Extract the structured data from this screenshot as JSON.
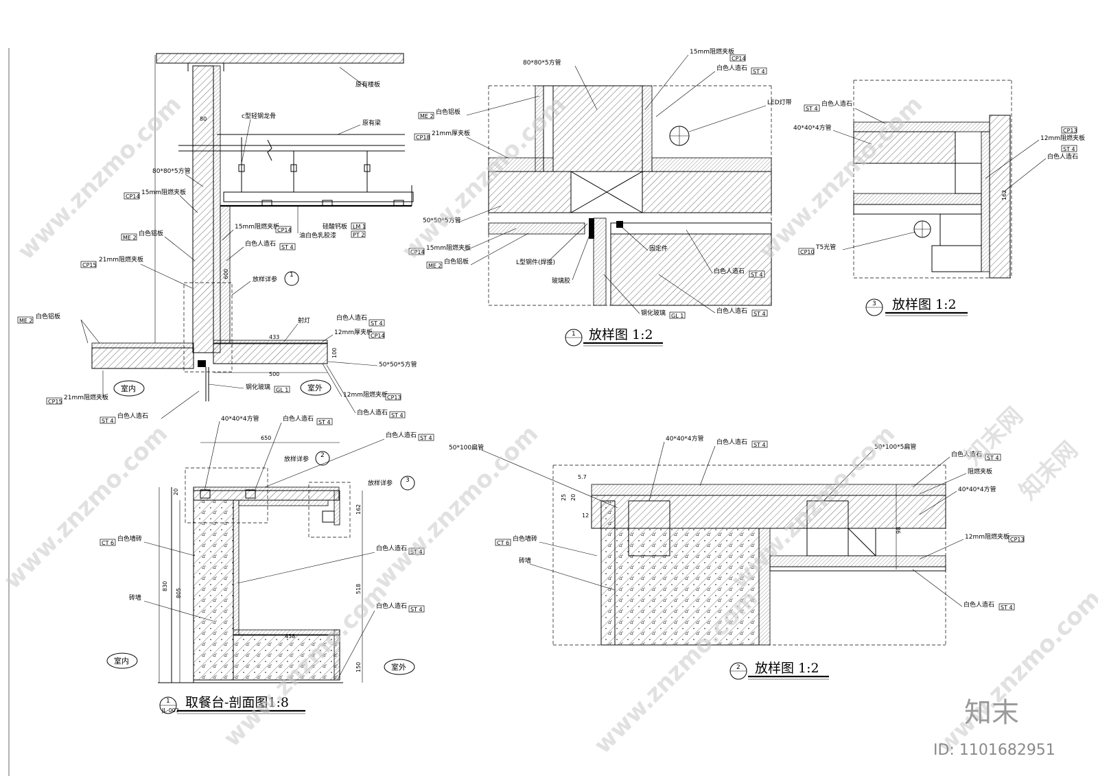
{
  "drawing": {
    "main_title": "取餐台-剖面图1:8",
    "main_title_num": "1",
    "main_title_ref": "JL-003",
    "detail_1_title": "放样图 1:2",
    "detail_1_num": "1",
    "detail_2_title": "放样图 1:2",
    "detail_2_num": "2",
    "detail_3_title": "放样图 1:2",
    "detail_3_num": "3",
    "indoor": "室内",
    "outdoor": "室外",
    "ref_label": "放样详参",
    "ref_1": "1",
    "ref_2": "2",
    "ref_3": "3"
  },
  "upper_section": {
    "labels": {
      "original_slab": "原有楼板",
      "c_keel": "c型轻钢龙骨",
      "original_beam": "原有梁",
      "pipe_80": "80*80*5方管",
      "cp14_15mm": "15mm阻燃夹板",
      "me2_alu": "白色铝板",
      "cp15_21mm": "21mm阻燃夹板",
      "cp14_15mm_b": "15mm阻燃夹板",
      "st4_stone": "白色人造石",
      "calcium_board": "硅酸钙板",
      "latex_paint": "油白色乳胶漆",
      "me2_alu_left": "白色铝板",
      "spotlight": "射灯",
      "st4_stone_b": "白色人造石",
      "cp14_12mm": "12mm厚夹板",
      "pipe_50": "50*50*5方管",
      "cp13_12mm": "12mm阻燃夹板",
      "st4_stone_c": "白色人造石",
      "tempered_glass": "钢化玻璃",
      "cp15_21mm_b": "21mm阻燃夹板",
      "st4_stone_d": "白色人造石"
    },
    "tags": {
      "cp14": "CP14",
      "me2": "ME 2",
      "cp15": "CP15",
      "st4": "ST 4",
      "lm1": "LM 1",
      "pt2": "PT 2",
      "cp13": "CP13",
      "gl1": "GL 1"
    },
    "dims": {
      "d80": "80",
      "d600": "600",
      "d433": "433",
      "d100": "100",
      "d500": "500"
    }
  },
  "lower_section": {
    "labels": {
      "pipe_40": "40*40*4方管",
      "stone_a": "白色人造石",
      "stone_b": "白色人造石",
      "white_tile": "白色墙砖",
      "brick_wall": "砖墙",
      "stone_c": "白色人造石",
      "stone_d": "白色人造石",
      "stone_left": "白色人造石"
    },
    "tags": {
      "st4": "ST 4",
      "ct6": "CT 6"
    },
    "dims": {
      "d650": "650",
      "d830": "830",
      "d805": "805",
      "d162": "162",
      "d518": "518",
      "d438": "438",
      "d150": "150",
      "d20": "20"
    }
  },
  "detail_1": {
    "labels": {
      "pipe_80": "80*80*5方管",
      "cp14_15mm": "15mm阻燃夹板",
      "st4_stone": "白色人造石",
      "me2_alu": "白色铝板",
      "cp18_21mm": "21mm厚夹板",
      "led": "LED灯带",
      "pipe_50": "50*50*5方管",
      "cp14_15mm_b": "15mm阻燃夹板",
      "me2_alu_b": "白色铝板",
      "l_steel": "L型钢件(焊接)",
      "fixing": "固定件",
      "stone_b": "白色人造石",
      "glass_glue": "玻璃胶",
      "tempered_glass": "钢化玻璃",
      "stone_c": "白色人造石"
    },
    "tags": {
      "cp14": "CP14",
      "st4": "ST 4",
      "me2": "ME 2",
      "cp18": "CP18",
      "gl1": "GL 1"
    }
  },
  "detail_3": {
    "labels": {
      "stone_top": "白色人造石",
      "pipe_40": "40*40*4方管",
      "cp13_12mm": "12mm阻燃夹板",
      "stone_right": "白色人造石",
      "t5": "T5光管"
    },
    "tags": {
      "st4": "ST 4",
      "cp13": "CP13",
      "cp10": "CP10"
    },
    "dims": {
      "d162": "162"
    }
  },
  "detail_2": {
    "labels": {
      "flat_50_100_a": "50*100扁管",
      "pipe_40": "40*40*4方管",
      "stone_a": "白色人造石",
      "flat_50_100_b": "50*100*5扁管",
      "stone_b": "白色人造石",
      "fire_board": "阻燃夹板",
      "pipe_40_b": "40*40*4方管",
      "white_tile": "白色墙砖",
      "brick_wall": "砖墙",
      "cp13_12mm": "12mm阻燃夹板",
      "stone_c": "白色人造石"
    },
    "tags": {
      "st4": "ST 4",
      "ct6": "CT 6",
      "cp13": "CP13"
    },
    "dims": {
      "d57": "5.7",
      "d25": "25",
      "d20": "20",
      "d12": "12",
      "d98": "98"
    }
  },
  "watermark": {
    "site": "www.znzmo.com",
    "brand_cn": "知末网",
    "logo": "知末",
    "id_text": "ID: 1101682951"
  }
}
